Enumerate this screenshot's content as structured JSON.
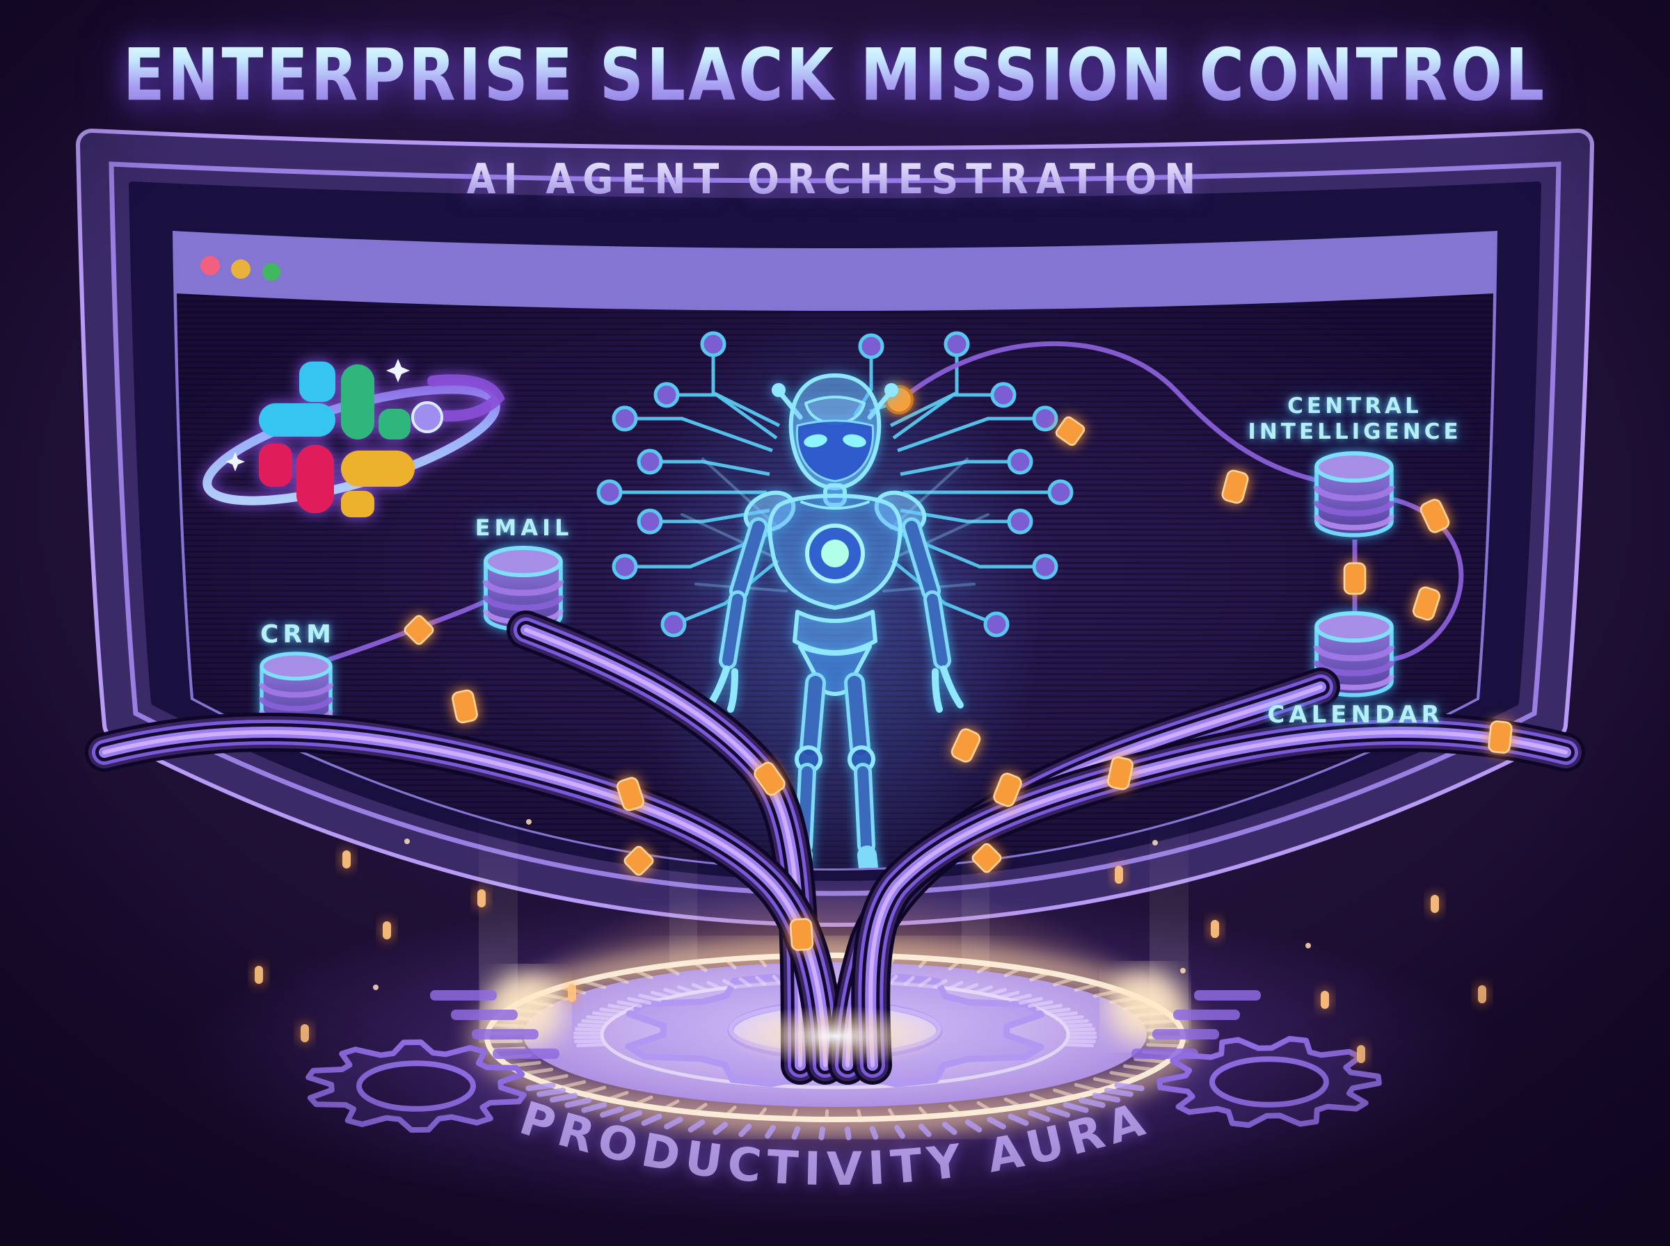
{
  "poster": {
    "title": "ENTERPRISE SLACK MISSION CONTROL",
    "subtitle": "AI AGENT ORCHESTRATION",
    "bottom_caption": "PRODUCTIVITY AURA"
  },
  "monitor": {
    "type": "curved-display-with-browser-chrome",
    "window_controls": [
      {
        "name": "close",
        "color": "#f2607f"
      },
      {
        "name": "minimize",
        "color": "#e9b23d"
      },
      {
        "name": "maximize",
        "color": "#41b75f"
      }
    ]
  },
  "slack_logo": {
    "name": "slack-orbit-logo",
    "colors": {
      "cyan": "#36C5F0",
      "green": "#2EB67D",
      "red": "#E01E5A",
      "yellow": "#ECB22E"
    },
    "ring_color": "#a8c8ff",
    "planet_dot_color": "#9f8df0"
  },
  "agent": {
    "name": "ai-agent-hologram",
    "body_color": "#8fe8ff",
    "core_color": "#b2ffe9"
  },
  "nodes": {
    "crm": {
      "label": "CRM"
    },
    "email": {
      "label": "EMAIL"
    },
    "central_intelligence": {
      "label": "CENTRAL INTELLIGENCE",
      "label_line1": "CENTRAL",
      "label_line2": "INTELLIGENCE"
    },
    "calendar": {
      "label": "CALENDAR"
    }
  },
  "colors": {
    "background": "#241040",
    "frame_body": "#3b2a68",
    "frame_rim": "#b79bf5",
    "frame_accent": "#a488f0",
    "bezel": "#191040",
    "browser_bar": "#8475d2",
    "screen": "#1f1145",
    "trace_cyan": "#58c8f0",
    "node_purple": "#7b5ed2",
    "node_orange": "#f6a03c",
    "thin_curve": "#8a5fd8",
    "packet_orange": "#f79b3a",
    "packet_stroke": "#ffd9a0",
    "cable_dark": "#0e0626",
    "cable_mid": "#7a5ad8",
    "cable_light": "#9d7ff0",
    "cable_bright": "#cdaeff",
    "platform_glow": "#ffd9a8",
    "platform_disc": "#c9b2f2",
    "gear_outline": "#b298f2",
    "caption_purple": "#bda4f2",
    "label_cyan": "#b8eef8",
    "sparkle": "#ffc27e"
  }
}
